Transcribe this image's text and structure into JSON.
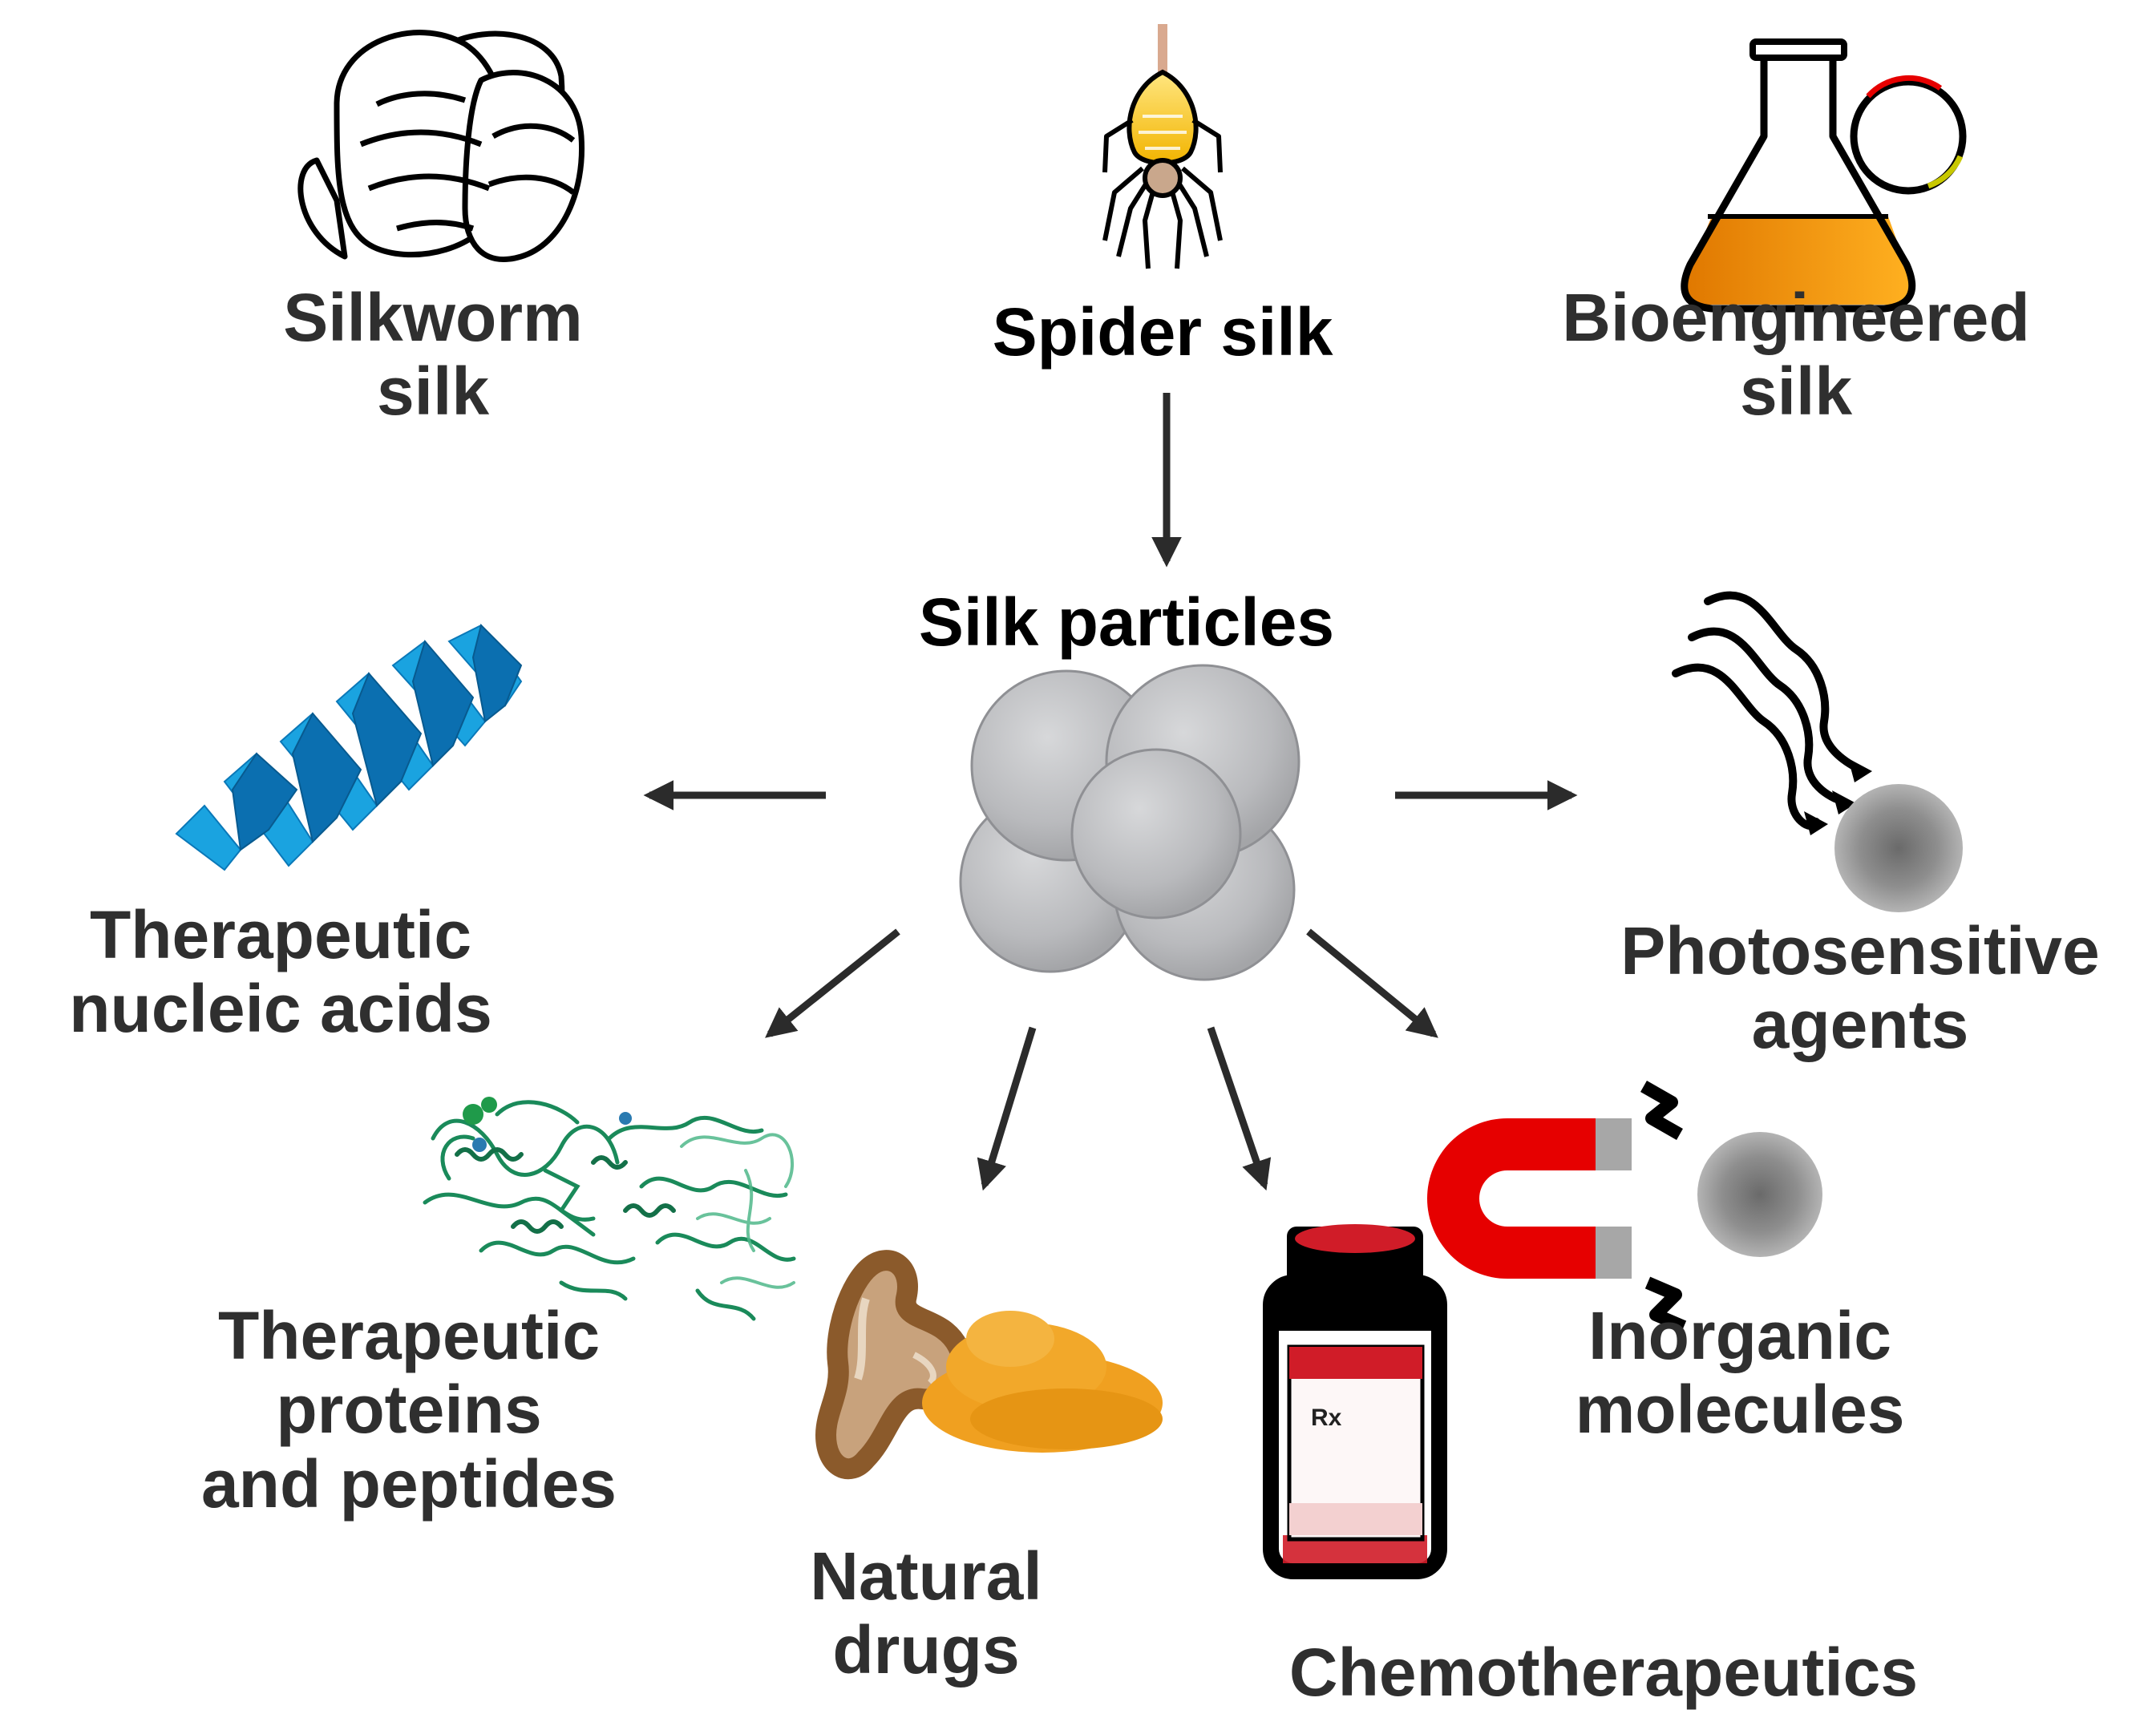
{
  "sources": {
    "silkworm": {
      "line1": "Silkworm",
      "line2": "silk",
      "icon": "silkworm-cocoon-icon"
    },
    "spider": {
      "line1": "Spider silk",
      "icon": "spider-icon"
    },
    "bioengineered": {
      "line1": "Bioengineered",
      "line2": "silk",
      "icon": "flask-plasmid-icon"
    }
  },
  "center": {
    "title": "Silk particles",
    "icon": "silk-particles-cluster"
  },
  "cargo": {
    "nucleic": {
      "line1": "Therapeutic",
      "line2": "nucleic acids",
      "icon": "dna-helix-icon"
    },
    "proteins": {
      "line1": "Therapeutic",
      "line2": "proteins",
      "line3": "and peptides",
      "icon": "protein-structure-icon"
    },
    "natural": {
      "line1": "Natural",
      "line2": "drugs",
      "icon": "turmeric-root-powder-icon"
    },
    "chemo": {
      "label": "Chemotherapeutics",
      "vial_text": "Rx",
      "icon": "drug-vial-icon"
    },
    "inorganic": {
      "line1": "Inorganic",
      "line2": "molecules",
      "icon": "magnet-particle-icon"
    },
    "photo": {
      "line1": "Photosensitive",
      "line2": "agents",
      "icon": "light-wave-particle-icon"
    }
  },
  "colors": {
    "arrow": "#2b2b2b",
    "dna": "#1aa3e0",
    "protein": "#1a8a5a",
    "flask_liquid": "#f39c12",
    "magnet_red": "#e60000",
    "vial_red": "#d01c28",
    "turmeric": "#f0a020",
    "particle_gray": "#b8b9bc"
  }
}
